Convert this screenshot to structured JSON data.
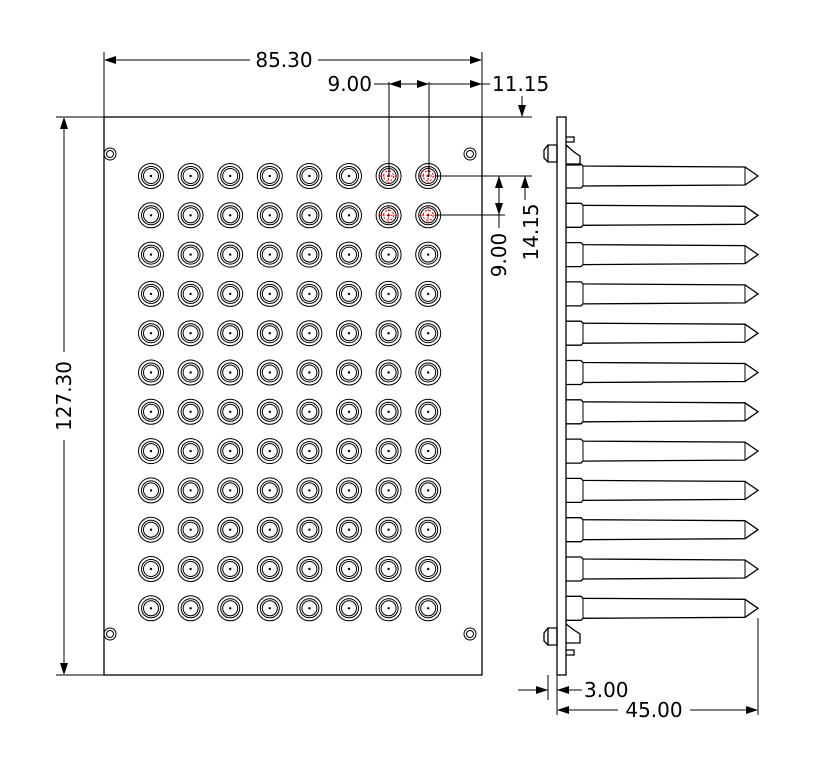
{
  "drawing": {
    "title": "",
    "plate": {
      "rows": 12,
      "columns": 8
    },
    "dimensions": {
      "plate_width": "85.30",
      "plate_height": "127.30",
      "well_pitch_x": "9.00",
      "edge_offset_x": "11.15",
      "well_pitch_y": "9.00",
      "edge_offset_y": "14.15",
      "flange_thickness": "3.00",
      "total_depth": "45.00"
    },
    "colors": {
      "line": "#000000",
      "highlight": "#d40000"
    }
  }
}
